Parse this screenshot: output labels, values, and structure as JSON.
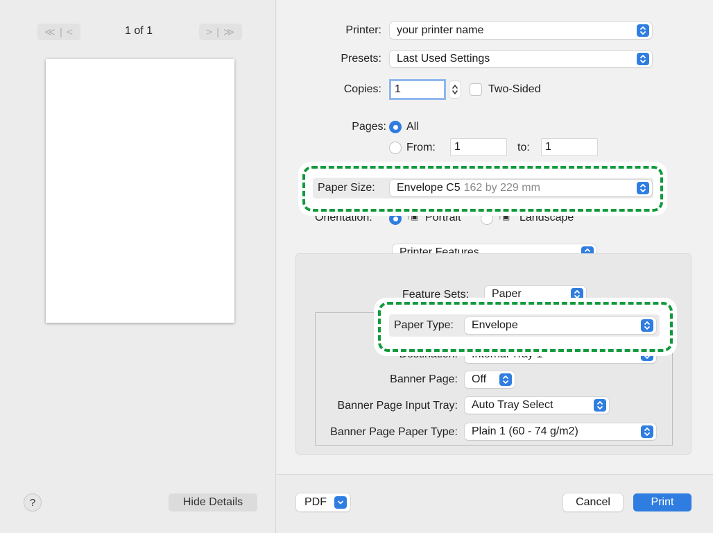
{
  "preview": {
    "first_prev_label": "≪ | <",
    "next_last_label": "> | ≫",
    "page_count": "1 of 1"
  },
  "footer_left": {
    "help_label": "?",
    "hide_details_label": "Hide Details"
  },
  "printer": {
    "label": "Printer:",
    "value": "your printer name"
  },
  "presets": {
    "label": "Presets:",
    "value": "Last Used Settings"
  },
  "copies": {
    "label": "Copies:",
    "value": "1",
    "two_sided_label": "Two-Sided"
  },
  "pages": {
    "label": "Pages:",
    "all_label": "All",
    "from_label": "From:",
    "from_value": "1",
    "to_label": "to:",
    "to_value": "1"
  },
  "paper_size": {
    "label": "Paper Size:",
    "value": "Envelope C5",
    "dimensions": "162 by 229 mm"
  },
  "orientation": {
    "label": "Orientation:",
    "portrait_label": "Portrait",
    "landscape_label": "Landscape"
  },
  "section_popup": {
    "value": "Printer Features"
  },
  "feature_sets": {
    "label": "Feature Sets:",
    "value": "Paper"
  },
  "paper_type": {
    "label": "Paper Type:",
    "value": "Envelope"
  },
  "destination": {
    "label": "Destination:",
    "value": "Internal Tray 1"
  },
  "banner_page": {
    "label": "Banner Page:",
    "value": "Off"
  },
  "banner_input_tray": {
    "label": "Banner Page Input Tray:",
    "value": "Auto Tray Select"
  },
  "banner_paper_type": {
    "label": "Banner Page Paper Type:",
    "value": "Plain 1 (60 - 74 g/m2)"
  },
  "buttons": {
    "pdf_label": "PDF",
    "cancel_label": "Cancel",
    "print_label": "Print"
  },
  "colors": {
    "accent": "#2f7de1",
    "callout": "#109a3c",
    "window_bg": "#ececec"
  }
}
